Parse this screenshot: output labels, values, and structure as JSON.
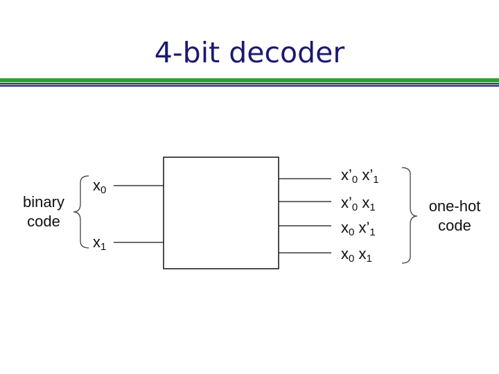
{
  "title": "4-bit decoder",
  "inputs_group_label": [
    "binary",
    "code"
  ],
  "outputs_group_label": [
    "one-hot",
    "code"
  ],
  "inputs": [
    {
      "var": "x",
      "sub": "0"
    },
    {
      "var": "x",
      "sub": "1"
    }
  ],
  "outputs": [
    {
      "terms": [
        {
          "var": "x’",
          "sub": "0"
        },
        {
          "var": "x’",
          "sub": "1"
        }
      ]
    },
    {
      "terms": [
        {
          "var": "x’",
          "sub": "0"
        },
        {
          "var": "x",
          "sub": "1"
        }
      ]
    },
    {
      "terms": [
        {
          "var": "x",
          "sub": "0"
        },
        {
          "var": "x’",
          "sub": "1"
        }
      ]
    },
    {
      "terms": [
        {
          "var": "x",
          "sub": "0"
        },
        {
          "var": "x",
          "sub": "1"
        }
      ]
    }
  ],
  "colors": {
    "title": "#1a1a6e",
    "rule_green": "#2ea02e",
    "rule_navy": "#1a1a6e",
    "lines": "#111111"
  }
}
